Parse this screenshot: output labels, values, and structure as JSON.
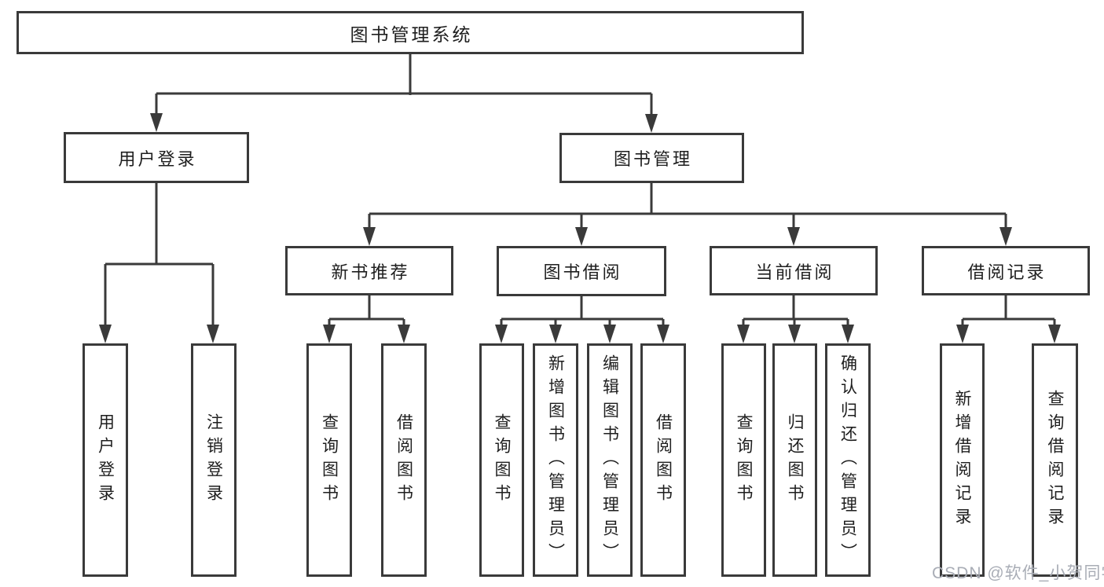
{
  "diagram_title": "图书管理系统",
  "tree": {
    "root": {
      "label": "图书管理系统",
      "children": [
        {
          "label": "用户登录",
          "children": [
            {
              "label": "用户登录"
            },
            {
              "label": "注销登录"
            }
          ]
        },
        {
          "label": "图书管理",
          "children": [
            {
              "label": "新书推荐",
              "children": [
                {
                  "label": "查询图书"
                },
                {
                  "label": "借阅图书"
                }
              ]
            },
            {
              "label": "图书借阅",
              "children": [
                {
                  "label": "查询图书"
                },
                {
                  "label": "新增图书（管理员）"
                },
                {
                  "label": "编辑图书（管理员）"
                },
                {
                  "label": "借阅图书"
                }
              ]
            },
            {
              "label": "当前借阅",
              "children": [
                {
                  "label": "查询图书"
                },
                {
                  "label": "归还图书"
                },
                {
                  "label": "确认归还（管理员）"
                }
              ]
            },
            {
              "label": "借阅记录",
              "children": [
                {
                  "label": "新增借阅记录"
                },
                {
                  "label": "查询借阅记录"
                }
              ]
            }
          ]
        }
      ]
    }
  },
  "watermark": {
    "text": "CSDN @软件_小贺同学"
  },
  "colors": {
    "line": "#3a3a3a",
    "box_border": "#3a3a3a",
    "box_fill": "#ffffff",
    "text": "#1e1e1e",
    "watermark": "#a9adb6",
    "background": "#ffffff"
  }
}
